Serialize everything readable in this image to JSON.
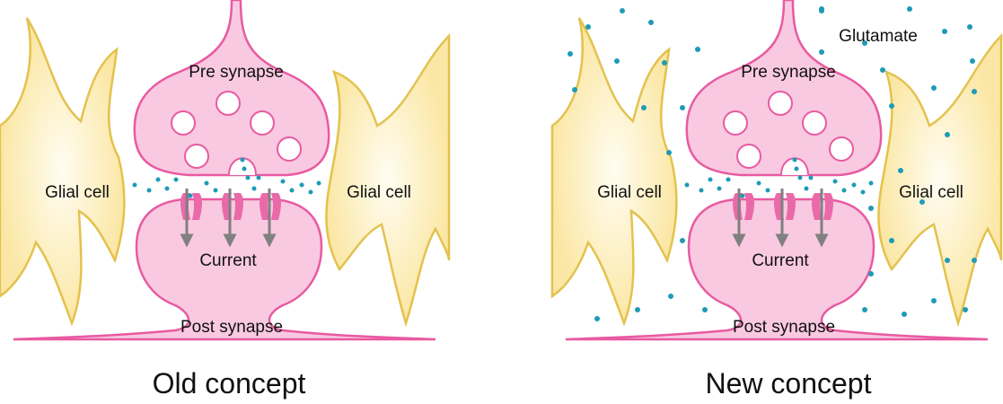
{
  "panels": [
    {
      "id": "old",
      "pre_synapse_label": "Pre synapse",
      "post_synapse_label": "Post synapse",
      "current_label": "Current",
      "glial_left_label": "Glial cell",
      "glial_right_label": "Glial cell",
      "extra_label": "",
      "caption": "Old concept"
    },
    {
      "id": "new",
      "pre_synapse_label": "Pre synapse",
      "post_synapse_label": "Post synapse",
      "current_label": "Current",
      "glial_left_label": "Glial cell",
      "glial_right_label": "Glial cell",
      "extra_label": "Glutamate",
      "caption": "New concept"
    }
  ],
  "colors": {
    "neuron_fill": "#f9c9e1",
    "neuron_stroke": "#e85aa1",
    "glia_fill": "#fbe7a5",
    "glia_stroke": "#e3c24e",
    "receptor": "#ea6aa9",
    "glutamate": "#1d9bb6",
    "arrow": "#808080"
  }
}
